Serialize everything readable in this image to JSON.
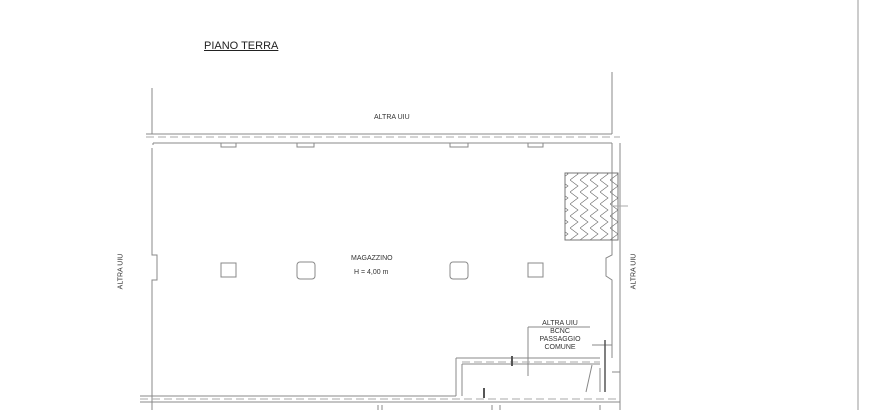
{
  "title": "PIANO TERRA",
  "labels": {
    "top": "ALTRA UIU",
    "left": "ALTRA UIU",
    "right": "ALTRA UIU",
    "room_name": "MAGAZZINO",
    "room_height": "H = 4,00 m",
    "common_area": [
      "ALTRA UIU",
      "BCNC",
      "PASSAGGIO",
      "COMUNE"
    ]
  }
}
